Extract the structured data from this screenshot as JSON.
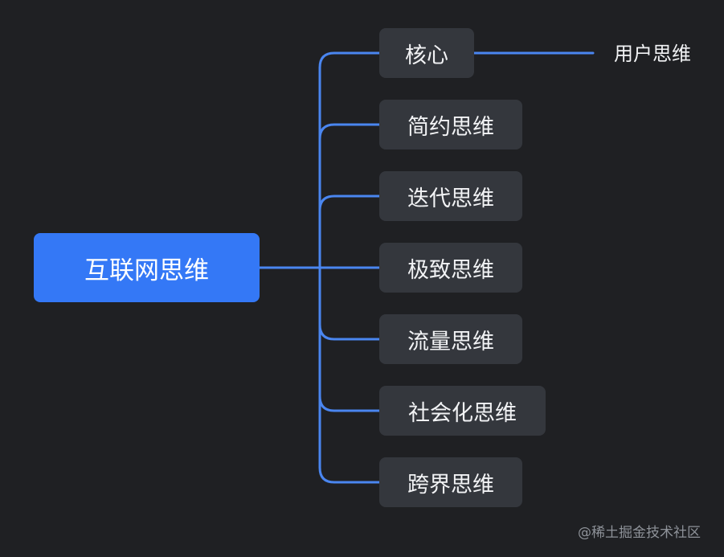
{
  "mindmap": {
    "root": {
      "label": "互联网思维"
    },
    "children": [
      {
        "label": "核心"
      },
      {
        "label": "简约思维"
      },
      {
        "label": "迭代思维"
      },
      {
        "label": "极致思维"
      },
      {
        "label": "流量思维"
      },
      {
        "label": "社会化思维"
      },
      {
        "label": "跨界思维"
      }
    ],
    "leaf": {
      "label": "用户思维"
    }
  },
  "watermark": {
    "text": "@稀土掘金技术社区"
  },
  "colors": {
    "background": "#1f2023",
    "root_fill": "#3478f6",
    "node_fill": "#34373d",
    "connector": "#4a86f0",
    "text": "#f2f3f5",
    "watermark": "#8e9299"
  }
}
